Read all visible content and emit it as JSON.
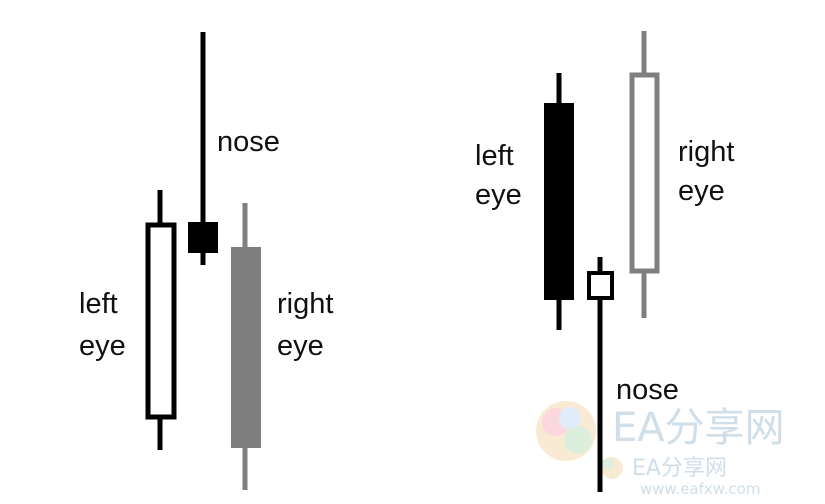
{
  "colors": {
    "black": "#000000",
    "gray": "#7f7f7f",
    "hollow_fill": "#ffffff",
    "label_text": "#111111",
    "watermark_text": "#a9c4d8"
  },
  "left_pattern": {
    "candles": [
      {
        "role": "left-eye",
        "style": "hollow",
        "color": "black"
      },
      {
        "role": "nose",
        "style": "filled",
        "color": "black"
      },
      {
        "role": "right-eye",
        "style": "filled",
        "color": "gray"
      }
    ],
    "labels": {
      "nose": "nose",
      "left_eye_line1": "left",
      "left_eye_line2": "eye",
      "right_eye_line1": "right",
      "right_eye_line2": "eye"
    }
  },
  "right_pattern": {
    "candles": [
      {
        "role": "left-eye",
        "style": "filled",
        "color": "black"
      },
      {
        "role": "nose",
        "style": "hollow",
        "color": "black"
      },
      {
        "role": "right-eye",
        "style": "hollow",
        "color": "gray"
      }
    ],
    "labels": {
      "left_eye_line1": "left",
      "left_eye_line2": "eye",
      "right_eye_line1": "right",
      "right_eye_line2": "eye",
      "nose": "nose"
    }
  },
  "watermark": {
    "brand": "EA分享网",
    "url": "www.eafxw.com",
    "icon": "ea-logo-icon"
  }
}
